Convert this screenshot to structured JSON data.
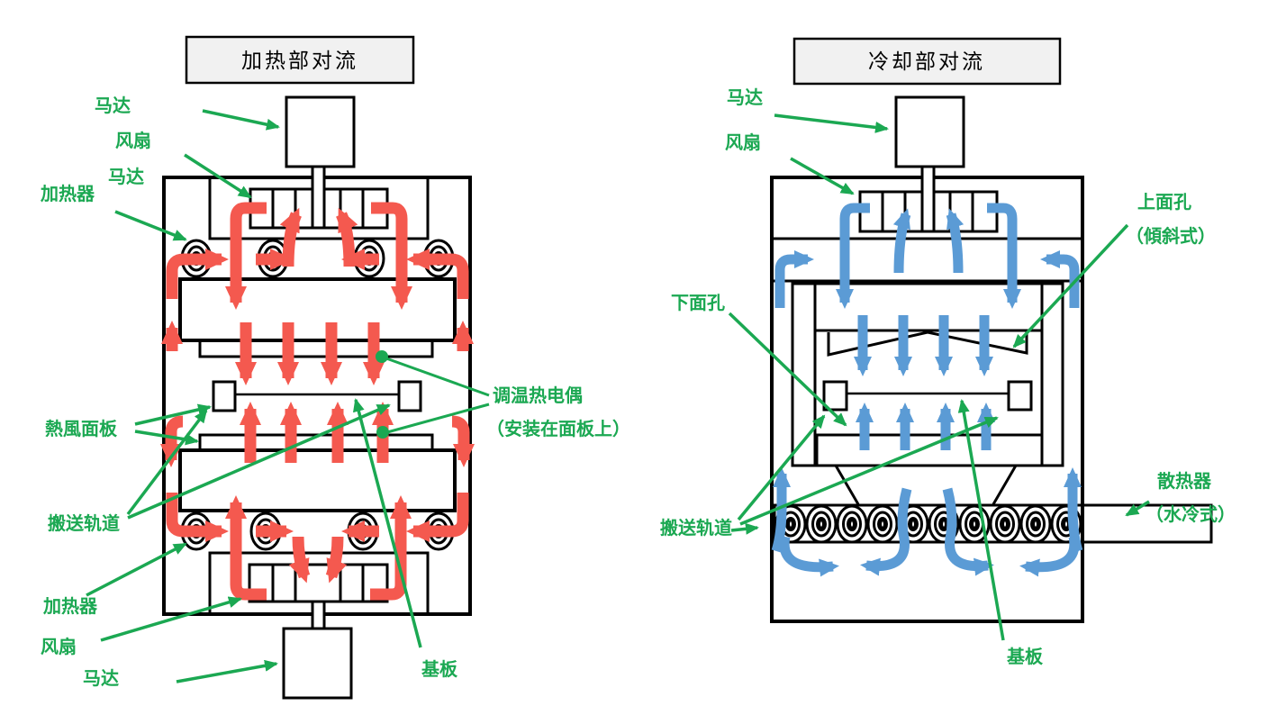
{
  "colors": {
    "green": "#1ba852",
    "red": "#f4594f",
    "blue": "#5b9bd5",
    "title_bg": "#f1f1f1",
    "outline": "#000000"
  },
  "left_diagram": {
    "title": "加热部对流",
    "labels": {
      "motor_top": "马达",
      "fan_top": "风扇",
      "motor_top_2": "马达",
      "heater_top": "加热器",
      "hot_air_panel": "熱風面板",
      "conveyor_track": "搬送轨道",
      "heater_bottom": "加热器",
      "fan_bottom": "风扇",
      "motor_bottom": "马达",
      "thermocouple_line1": "调温热电偶",
      "thermocouple_line2": "（安装在面板上）",
      "substrate": "基板"
    }
  },
  "right_diagram": {
    "title": "冷却部对流",
    "labels": {
      "motor": "马达",
      "fan": "风扇",
      "top_holes_line1": "上面孔",
      "top_holes_line2": "（傾斜式）",
      "bottom_holes": "下面孔",
      "conveyor_track": "搬送轨道",
      "radiator_line1": "散热器",
      "radiator_line2": "（水冷式）",
      "substrate": "基板"
    }
  }
}
